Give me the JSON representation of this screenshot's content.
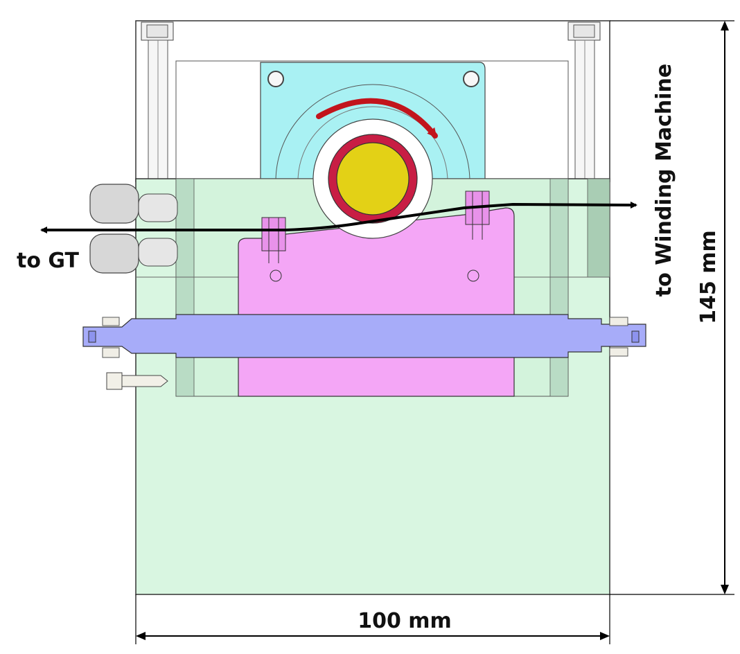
{
  "labels": {
    "to_gt": "to GT",
    "to_winding_machine": "to Winding Machine",
    "width_dimension": "100 mm",
    "height_dimension": "145 mm"
  },
  "colors": {
    "housing_green": "#d9f6e1",
    "plate_cyan": "#a9f1f3",
    "slider_pink": "#f4a6f6",
    "shaft_blue": "#a7acf9",
    "roller_red": "#c81e44",
    "roller_yellow": "#e3d116",
    "arrow_red": "#c2141c",
    "connector_gray": "#d7d7d7",
    "outline": "#333333",
    "wire": "#000000"
  }
}
